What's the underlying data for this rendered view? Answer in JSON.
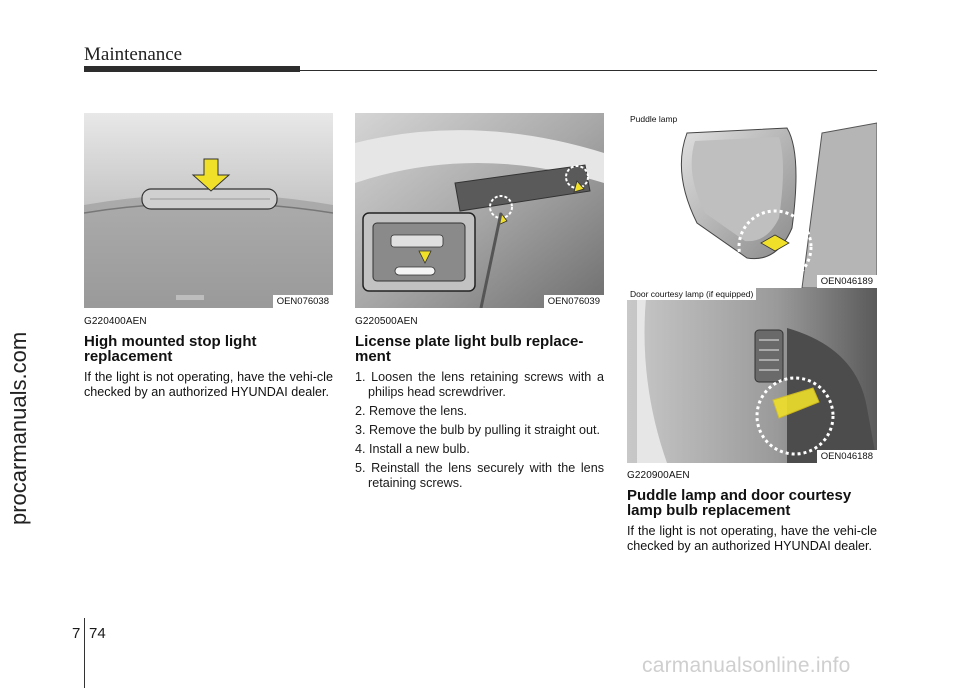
{
  "header": {
    "section_title": "Maintenance"
  },
  "watermark": {
    "side": "procarmanuals.com",
    "footer": "carmanualsonline.info"
  },
  "figures": [
    {
      "code": "OEN076038"
    },
    {
      "code": "OEN076039"
    },
    {
      "code": "OEN046189",
      "caption": "Puddle lamp"
    },
    {
      "code": "OEN046188",
      "caption": "Door courtesy lamp (if equipped)"
    }
  ],
  "sections": [
    {
      "code": "G220400AEN",
      "title": "High mounted stop light replacement",
      "body": "If the light is not operating, have the vehi-cle checked by an authorized HYUNDAI dealer."
    },
    {
      "code": "G220500AEN",
      "title": "License plate light bulb replace-ment",
      "steps": [
        "1. Loosen the lens retaining screws with a philips head screwdriver.",
        "2. Remove the lens.",
        "3. Remove the bulb by pulling it straight out.",
        "4. Install a new bulb.",
        "5. Reinstall the lens securely with the lens retaining screws."
      ]
    },
    {
      "code": "G220900AEN",
      "title": "Puddle lamp and door courtesy lamp bulb replacement",
      "body": "If the light is not operating, have the vehi-cle checked by an authorized HYUNDAI dealer."
    }
  ],
  "footer": {
    "chapter": "7",
    "page": "74"
  }
}
